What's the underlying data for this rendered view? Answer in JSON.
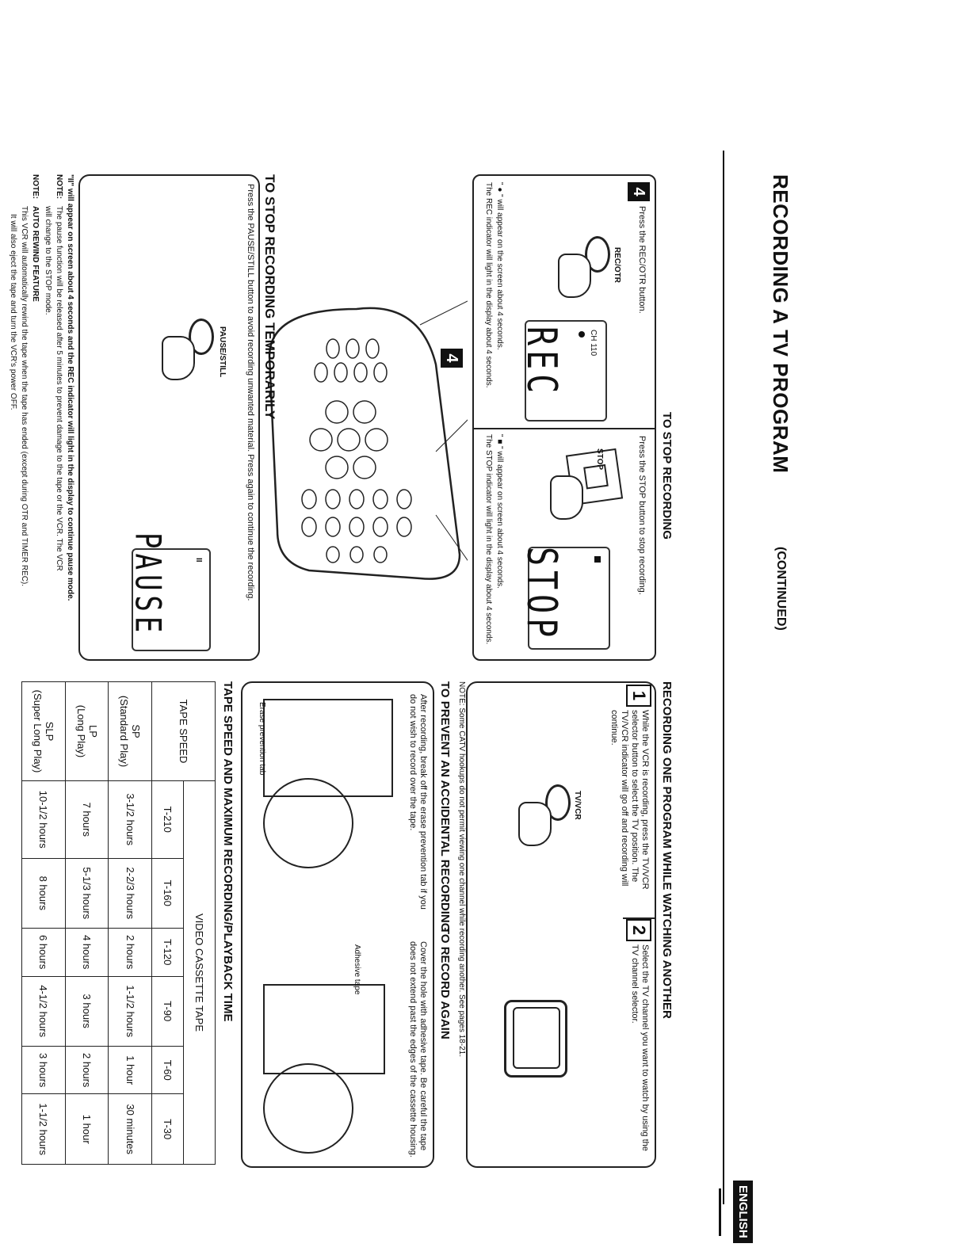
{
  "header": {
    "title": "RECORDING A TV PROGRAM",
    "continued": "(CONTINUED)",
    "language_badge": "ENGLISH"
  },
  "stop_recording": {
    "heading": "TO STOP RECORDING",
    "instruction": "Press the STOP button to stop recording.",
    "button_label": "STOP",
    "display_text": "STOP",
    "note": "\" ■ \" will appear on screen about 4 seconds.",
    "note2": "The STOP indicator will light in the display about 4 seconds."
  },
  "step4": {
    "number": "4",
    "instruction": "Press the REC/OTR button.",
    "button_label": "REC/OTR",
    "display_text": "REC",
    "display_channel": "CH 110",
    "note": "\" ● \" will appear on the screen about 4 seconds.",
    "note2": "The REC indicator will light in the display about 4 seconds."
  },
  "remote_callout": {
    "number": "4"
  },
  "stop_temp": {
    "heading": "TO STOP RECORDING TEMPORARILY",
    "instruction": "Press the PAUSE/STILL button to avoid recording unwanted material. Press again to continue the recording.",
    "button_label": "PAUSE/STILL",
    "display_text": "PAUSE",
    "display_symbol": "II",
    "note_line1": "\"II\" will appear on screen about 4 seconds and the REC indicator will light in the display to continue pause mode.",
    "note_label": "NOTE:",
    "note_line2": "The pause function will be released after 5 minutes to prevent damage to the tape or the VCR. The VCR",
    "note_line3": "will change to the STOP mode."
  },
  "auto_rewind": {
    "label": "NOTE:",
    "heading": "AUTO REWIND FEATURE",
    "line1": "This VCR will automatically rewind the tape when the tape has ended (except during OTR and TIMER REC).",
    "line2": "It will also eject the tape and turn the VCR's power OFF."
  },
  "one_program": {
    "heading": "RECORDING ONE PROGRAM WHILE WATCHING ANOTHER",
    "step1_num": "1",
    "step1_text": "While the VCR is recording, press the TV/VCR selector button to select the TV position. The TV/VCR indicator will go off and recording will continue.",
    "step1_button": "TV/VCR",
    "step2_num": "2",
    "step2_text": "Select the TV channel you want to watch by using the TV channel selector."
  },
  "catv_note": "NOTE: Some CATV hookups do not permit viewing one channel while recording another. See pages 18-21.",
  "prevent": {
    "heading": "TO PREVENT AN ACCIDENTAL RECORDING",
    "text": "After recording, break off the erase prevention tab if you do not wish to record over the tape.",
    "label": "Erase prevention tab"
  },
  "record_again": {
    "heading": "TO RECORD AGAIN",
    "text": "Cover the hole with adhesive tape. Be careful the tape does not extend past the edges of the cassette housing.",
    "label": "Adhesive tape"
  },
  "tape_table": {
    "heading": "TAPE SPEED AND MAXIMUM RECORDING/PLAYBACK TIME",
    "col_speed": "TAPE SPEED",
    "col_group": "VIDEO CASSETTE TAPE",
    "tapes": [
      "T-210",
      "T-160",
      "T-120",
      "T-90",
      "T-60",
      "T-30"
    ],
    "rows": [
      {
        "speed": "SP",
        "speed_desc": "(Standard Play)",
        "values": [
          "3-1/2 hours",
          "2-2/3 hours",
          "2 hours",
          "1-1/2 hours",
          "1 hour",
          "30 minutes"
        ]
      },
      {
        "speed": "LP",
        "speed_desc": "(Long Play)",
        "values": [
          "7 hours",
          "5-1/3 hours",
          "4 hours",
          "3 hours",
          "2 hours",
          "1 hour"
        ]
      },
      {
        "speed": "SLP",
        "speed_desc": "(Super Long Play)",
        "values": [
          "10-1/2 hours",
          "8 hours",
          "6 hours",
          "4-1/2 hours",
          "3 hours",
          "1-1/2 hours"
        ]
      }
    ]
  }
}
